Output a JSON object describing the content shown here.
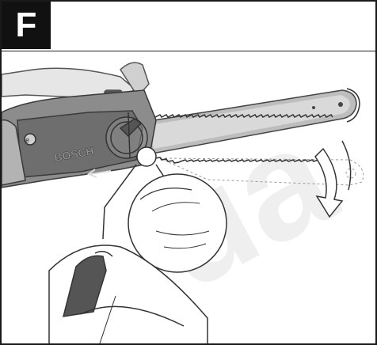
{
  "figure": {
    "label": "F",
    "brand_text": "BOSCH",
    "watermark_text": "ua",
    "icons": {
      "saw": "chainsaw-illustration",
      "arrow": "rotation-arrow-icon",
      "left_arrow": "direction-arrow-icon"
    }
  }
}
